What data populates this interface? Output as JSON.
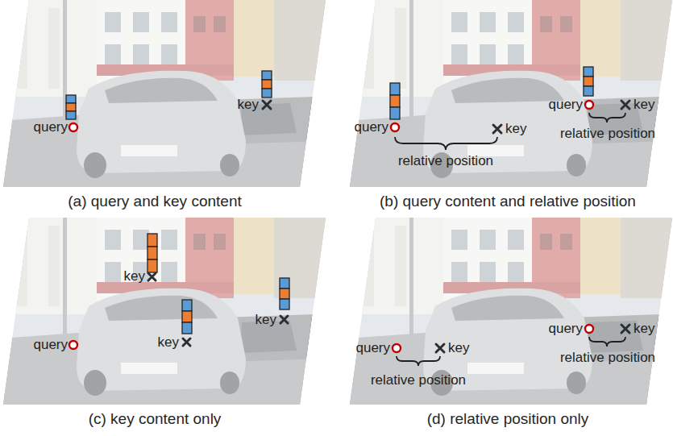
{
  "diagram": {
    "labels": [
      "query",
      "key",
      "(a) query and key content",
      "query",
      "key",
      "relative position",
      "query",
      "key",
      "relative position",
      "(b) query content and relative position",
      "key",
      "query",
      "key",
      "key",
      "(c) key content only",
      "query",
      "key",
      "relative position",
      "query",
      "key",
      "relative position",
      "(d) relative position only"
    ]
  }
}
